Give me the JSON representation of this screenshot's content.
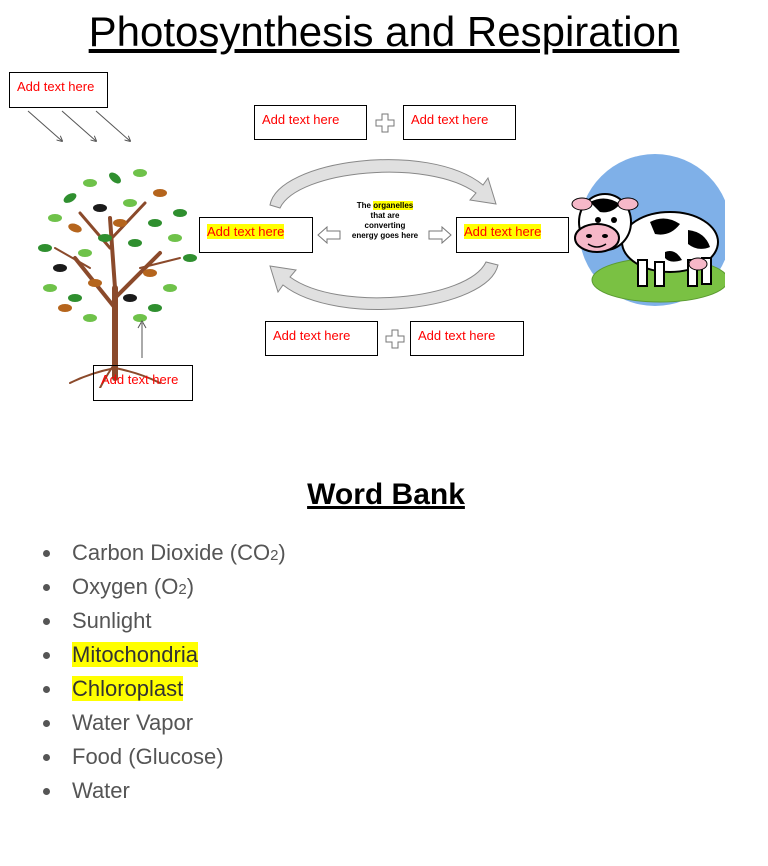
{
  "title": "Photosynthesis and Respiration",
  "placeholders": {
    "sun_box": "Add text here",
    "top_left": "Add text here",
    "top_right": "Add text here",
    "left_organelle": "Add text here",
    "right_organelle": "Add text here",
    "bottom_left": "Add text here",
    "bottom_right": "Add text here",
    "root_box": "Add text here"
  },
  "center_note": {
    "line1_prefix": "The",
    "line1_highlight": "organelles",
    "line2": "that are",
    "line3": "converting",
    "line4": "energy goes here"
  },
  "word_bank": {
    "title": "Word Bank",
    "items": [
      {
        "text": "Carbon Dioxide (CO",
        "sub": "2",
        "suffix": ")",
        "highlight": false
      },
      {
        "text": "Oxygen (O",
        "sub": "2",
        "suffix": ")",
        "highlight": false
      },
      {
        "text": "Sunlight",
        "highlight": false
      },
      {
        "text": "Mitochondria",
        "highlight": true
      },
      {
        "text": "Chloroplast",
        "highlight": true
      },
      {
        "text": "Water Vapor",
        "highlight": false
      },
      {
        "text": "Food (Glucose)",
        "highlight": false
      },
      {
        "text": "Water",
        "highlight": false
      }
    ]
  },
  "colors": {
    "placeholder_text": "#ff0000",
    "highlight": "#ffff00",
    "cow_sky": "#7fb0e8",
    "grass": "#7ac143"
  },
  "icons": [
    "sun-ray-arrows-icon",
    "tree-icon",
    "cow-icon",
    "plus-icon",
    "cycle-arrow-icon",
    "hollow-arrow-icon"
  ]
}
